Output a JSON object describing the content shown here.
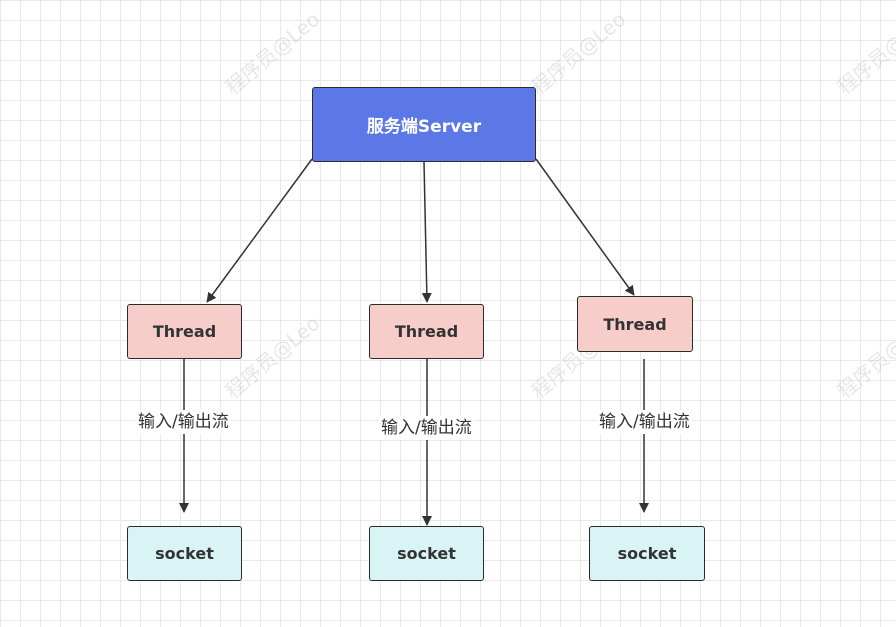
{
  "diagram": {
    "server": {
      "label": "服务端Server",
      "color": "#5b78e6"
    },
    "threads": [
      {
        "label": "Thread"
      },
      {
        "label": "Thread"
      },
      {
        "label": "Thread"
      }
    ],
    "sockets": [
      {
        "label": "socket"
      },
      {
        "label": "socket"
      },
      {
        "label": "socket"
      }
    ],
    "edge_labels": [
      "输入/输出流",
      "输入/输出流",
      "输入/输出流"
    ],
    "colors": {
      "thread_fill": "#f7cdca",
      "socket_fill": "#d9f4f4",
      "edge": "#333333"
    }
  },
  "watermark": "程序员@Leo"
}
